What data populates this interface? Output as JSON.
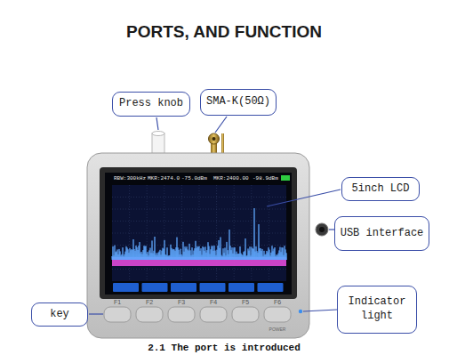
{
  "diagram": {
    "title": "PORTS, AND FUNCTION",
    "caption": "2.1 The port is introduced",
    "nodes": [
      {
        "text": [
          "Press knob"
        ]
      },
      {
        "text": [
          "SMA-K(50Ω)"
        ]
      },
      {
        "text": [
          "5inch LCD"
        ]
      },
      {
        "text": [
          "USB interface"
        ]
      },
      {
        "text": [
          "key"
        ]
      },
      {
        "text": [
          "Indicator light"
        ]
      }
    ],
    "labels": [
      "RBW:300kHz",
      "MKR:2474.0",
      "-75.0dBm",
      "MKR:2400.00",
      "-98.9dBm",
      "F1",
      "F2",
      "F3",
      "F4",
      "F5",
      "F6",
      "POWER"
    ]
  }
}
